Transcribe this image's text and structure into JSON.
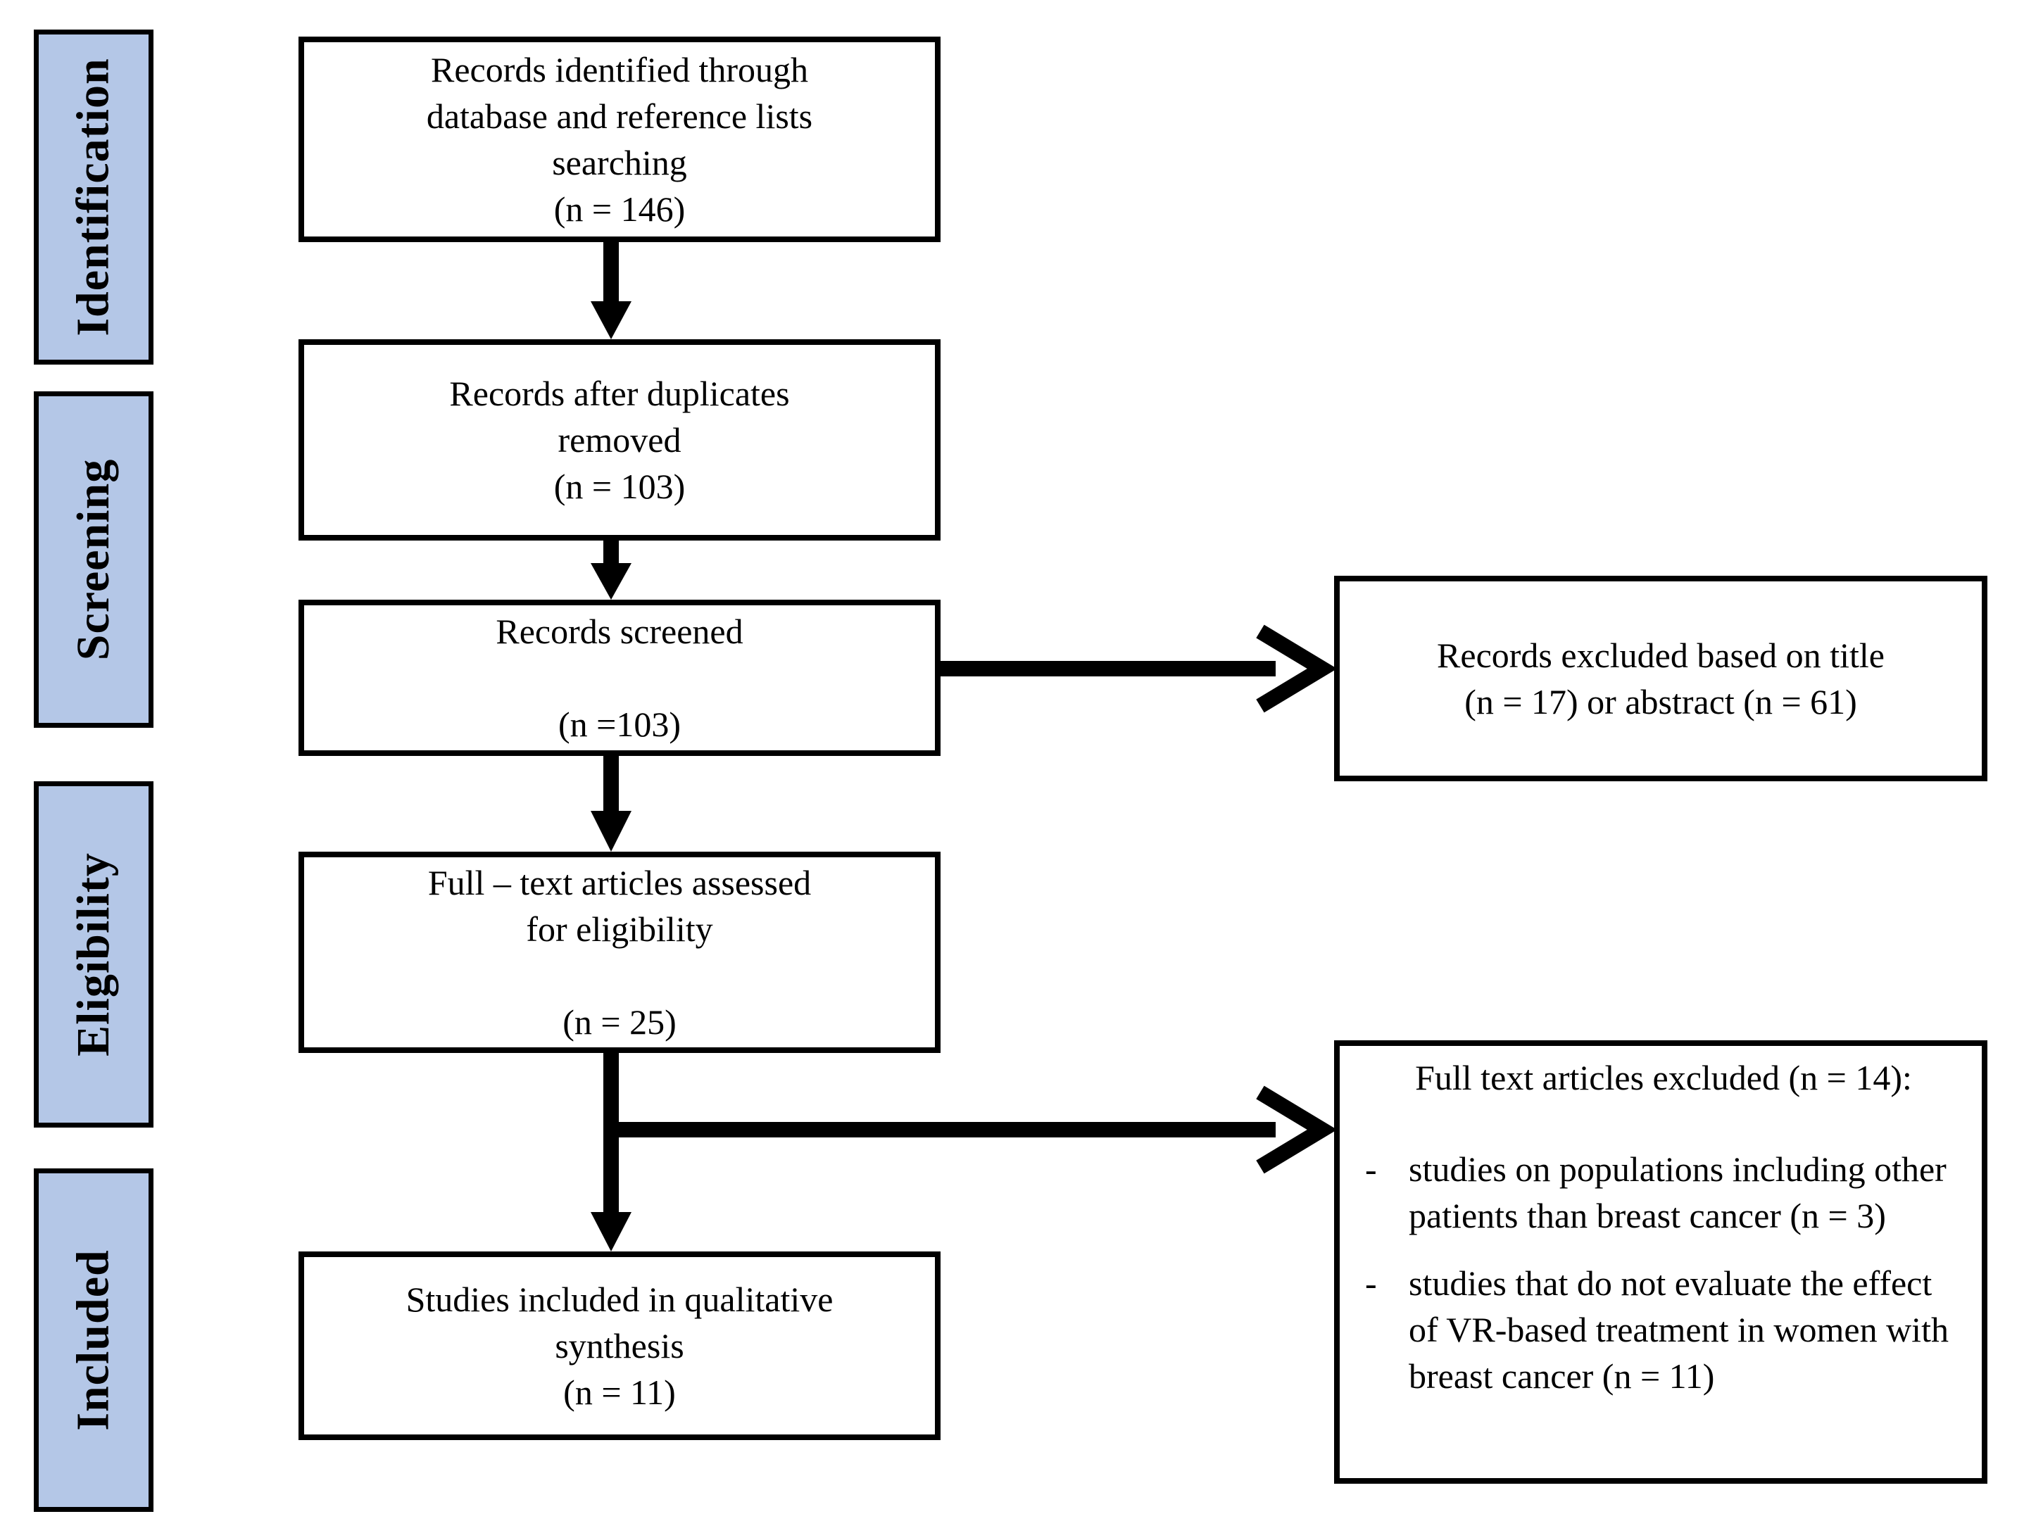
{
  "theme": {
    "sidebar_fill": "#b4c7e7",
    "border_color": "#000000",
    "text_color": "#000000",
    "background": "#ffffff"
  },
  "sidebar": {
    "stages": [
      {
        "label": "Identification"
      },
      {
        "label": "Screening"
      },
      {
        "label": "Eligibility"
      },
      {
        "label": "Included"
      }
    ]
  },
  "flow": {
    "identified": {
      "text": "Records identified through\ndatabase and reference lists\nsearching\n(n = 146)"
    },
    "deduplicated": {
      "text": "Records after duplicates\nremoved\n(n = 103)"
    },
    "screened": {
      "text": "Records screened\n\n(n =103)"
    },
    "fulltext": {
      "text": "Full – text articles assessed\nfor eligibility\n\n(n = 25)"
    },
    "included": {
      "text": "Studies included in qualitative\nsynthesis\n(n = 11)"
    }
  },
  "exclusions": {
    "title_abstract": {
      "text": "Records excluded based on title\n(n = 17) or abstract (n = 61)"
    },
    "full_text": {
      "header": "Full text articles excluded (n = 14):",
      "items": [
        {
          "marker": "-",
          "text": "studies on populations including other patients than breast cancer (n = 3)"
        },
        {
          "marker": "-",
          "text": "studies that do not evaluate the effect of VR-based treatment in women with breast cancer (n = 11)"
        }
      ]
    }
  }
}
